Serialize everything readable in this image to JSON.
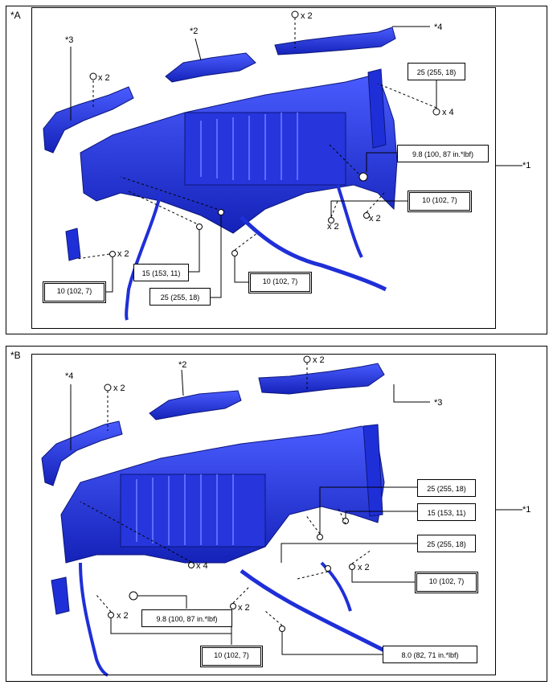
{
  "panels": [
    {
      "label": "*A",
      "callouts": {
        "c1": "*1",
        "c2": "*2",
        "c3": "*3",
        "c4": "*4"
      },
      "torque": {
        "t1": "25 (255, 18)",
        "t2": "9.8 (100, 87 in.*lbf)",
        "t3": "10 (102, 7)",
        "t4": "15 (153, 11)",
        "t5": "25 (255, 18)",
        "t6": "10 (102, 7)",
        "t7": "10 (102, 7)"
      },
      "qty": {
        "q1": "x 2",
        "q2": "x 2",
        "q3": "x 4",
        "q4": "x 2",
        "q5": "x 2",
        "q6": "x 2"
      }
    },
    {
      "label": "*B",
      "callouts": {
        "c1": "*1",
        "c2": "*2",
        "c3": "*3",
        "c4": "*4"
      },
      "torque": {
        "t1": "25 (255, 18)",
        "t2": "15 (153, 11)",
        "t3": "25 (255, 18)",
        "t4": "10 (102, 7)",
        "t5": "9.8 (100, 87 in.*lbf)",
        "t6": "10 (102, 7)",
        "t7": "8.0 (82, 71 in.*lbf)"
      },
      "qty": {
        "q1": "x 2",
        "q2": "x 2",
        "q3": "x 4",
        "q4": "x 2",
        "q5": "x 2",
        "q6": "x 2"
      }
    }
  ],
  "colors": {
    "part": "#1f2fd8",
    "part_dark": "#0c167a",
    "part_light": "#5a6cff",
    "line": "#000000"
  }
}
